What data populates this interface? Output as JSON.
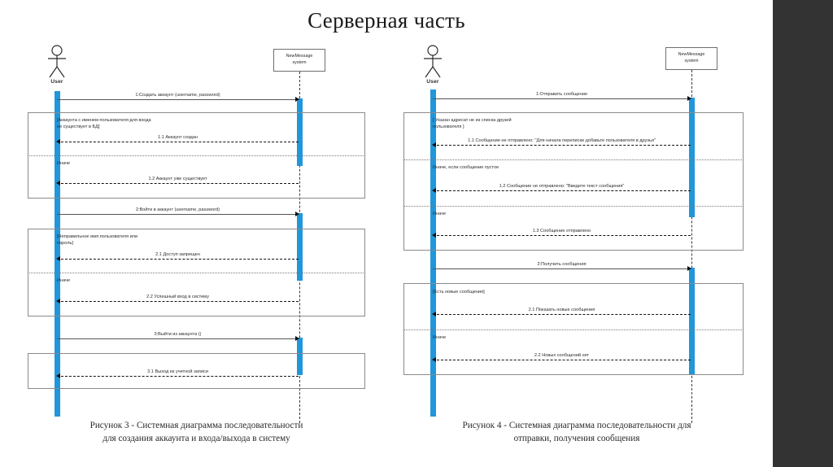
{
  "slide": {
    "title": "Серверная часть",
    "accent_color": "#2196da",
    "sidebar_color": "#333333",
    "frame_border_color": "#8a8a8a"
  },
  "diagrams": [
    {
      "id": "diagram-left",
      "caption": "Рисунок 3 - Системная диаграмма последовательности для создания аккаунта и входа/выхода в систему",
      "caption_lines": [
        "Рисунок 3 - Системная диаграмма последовательности",
        "для создания аккаунта и входа/выхода в систему"
      ],
      "actor": {
        "name": "User",
        "icon": "actor-stick-figure-icon"
      },
      "participant": {
        "name": "NewMessage system",
        "line1": "NewMessage",
        "line2": "system"
      },
      "messages": [
        {
          "id": "m1",
          "label": "1:Создать аккаунт (username, password)",
          "kind": "sync"
        },
        {
          "id": "m1-1",
          "label": "1.1 Аккаунт создан",
          "kind": "return"
        },
        {
          "id": "m1-2",
          "label": "1.2 Аккаунт уже существует",
          "kind": "return"
        },
        {
          "id": "m2",
          "label": "2:Войти в аккаунт (username, password)",
          "kind": "sync"
        },
        {
          "id": "m2-1",
          "label": "2.1 Доступ запрещен",
          "kind": "return"
        },
        {
          "id": "m2-2",
          "label": "2.2 Успешный вход в систему",
          "kind": "return"
        },
        {
          "id": "m3",
          "label": "3:Выйти из аккаунта ()",
          "kind": "sync"
        },
        {
          "id": "m3-1",
          "label": "3.1 Выход из учетной  записи",
          "kind": "return"
        }
      ],
      "fragments": [
        {
          "id": "frag-1",
          "guards": [
            "[Аккаунта с именем пользователя для входа\nне существует в БД]",
            "Иначе"
          ]
        },
        {
          "id": "frag-2",
          "guards": [
            "[Неправильное имя пользователя или\nпароль]",
            "Иначе"
          ]
        },
        {
          "id": "frag-3",
          "guards": []
        }
      ]
    },
    {
      "id": "diagram-right",
      "caption": "Рисунок 4 - Системная диаграмма последовательности для отправки, получения сообщения",
      "caption_lines": [
        "Рисунок 4 - Системная диаграмма последовательности для",
        "отправки, получения сообщения"
      ],
      "actor": {
        "name": "User",
        "icon": "actor-stick-figure-icon"
      },
      "participant": {
        "name": "NewMessage system",
        "line1": "NewMessage",
        "line2": "system"
      },
      "messages": [
        {
          "id": "r1",
          "label": "1:Отправить сообщение",
          "kind": "sync"
        },
        {
          "id": "r1-1",
          "label": "1.1 Сообщение не отправлено: \"Для начала переписки добавьте пользователя в друзья\"",
          "kind": "return"
        },
        {
          "id": "r1-2",
          "label": "1.2 Сообщение не отправлено: \"Введите текст сообщения\"",
          "kind": "return"
        },
        {
          "id": "r1-3",
          "label": "1.3 Сообщение отправлено",
          "kind": "return"
        },
        {
          "id": "r2",
          "label": "2:Получить сообщения",
          "kind": "sync"
        },
        {
          "id": "r2-1",
          "label": "2.1 Показать новые сообщения",
          "kind": "return"
        },
        {
          "id": "r2-2",
          "label": "2.2 Новых сообщений нет",
          "kind": "return"
        }
      ],
      "fragments": [
        {
          "id": "rfrag-1",
          "guards": [
            "[ Указан адресат не из списка друзей\nпользователя ]",
            "Иначе, если сообщение пустое",
            "Иначе"
          ]
        },
        {
          "id": "rfrag-2",
          "guards": [
            "[Есть новые сообщения]",
            "Иначе"
          ]
        }
      ]
    }
  ]
}
